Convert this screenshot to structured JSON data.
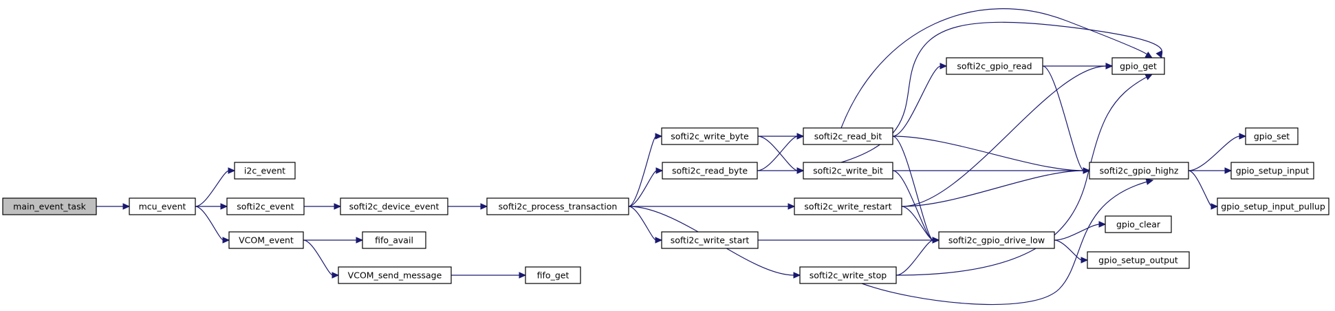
{
  "graph": {
    "nodes": [
      {
        "id": "main_event_task",
        "label": "main_event_task",
        "root": true
      },
      {
        "id": "mcu_event",
        "label": "mcu_event"
      },
      {
        "id": "i2c_event",
        "label": "i2c_event"
      },
      {
        "id": "softi2c_event",
        "label": "softi2c_event"
      },
      {
        "id": "VCOM_event",
        "label": "VCOM_event"
      },
      {
        "id": "softi2c_device_event",
        "label": "softi2c_device_event"
      },
      {
        "id": "fifo_avail",
        "label": "fifo_avail"
      },
      {
        "id": "VCOM_send_message",
        "label": "VCOM_send_message"
      },
      {
        "id": "fifo_get",
        "label": "fifo_get"
      },
      {
        "id": "softi2c_process_transaction",
        "label": "softi2c_process_transaction"
      },
      {
        "id": "softi2c_write_byte",
        "label": "softi2c_write_byte"
      },
      {
        "id": "softi2c_read_byte",
        "label": "softi2c_read_byte"
      },
      {
        "id": "softi2c_write_start",
        "label": "softi2c_write_start"
      },
      {
        "id": "softi2c_read_bit",
        "label": "softi2c_read_bit"
      },
      {
        "id": "softi2c_write_bit",
        "label": "softi2c_write_bit"
      },
      {
        "id": "softi2c_write_restart",
        "label": "softi2c_write_restart"
      },
      {
        "id": "softi2c_write_stop",
        "label": "softi2c_write_stop"
      },
      {
        "id": "softi2c_gpio_read",
        "label": "softi2c_gpio_read"
      },
      {
        "id": "softi2c_gpio_drive_low",
        "label": "softi2c_gpio_drive_low"
      },
      {
        "id": "gpio_get",
        "label": "gpio_get"
      },
      {
        "id": "softi2c_gpio_highz",
        "label": "softi2c_gpio_highz"
      },
      {
        "id": "gpio_clear",
        "label": "gpio_clear"
      },
      {
        "id": "gpio_setup_output",
        "label": "gpio_setup_output"
      },
      {
        "id": "gpio_set",
        "label": "gpio_set"
      },
      {
        "id": "gpio_setup_input",
        "label": "gpio_setup_input"
      },
      {
        "id": "gpio_setup_input_pullup",
        "label": "gpio_setup_input_pullup"
      }
    ],
    "edges": [
      [
        "main_event_task",
        "mcu_event"
      ],
      [
        "mcu_event",
        "i2c_event"
      ],
      [
        "mcu_event",
        "softi2c_event"
      ],
      [
        "mcu_event",
        "VCOM_event"
      ],
      [
        "softi2c_event",
        "softi2c_device_event"
      ],
      [
        "softi2c_device_event",
        "softi2c_process_transaction"
      ],
      [
        "VCOM_event",
        "fifo_avail"
      ],
      [
        "VCOM_event",
        "VCOM_send_message"
      ],
      [
        "VCOM_send_message",
        "fifo_get"
      ],
      [
        "softi2c_process_transaction",
        "softi2c_write_byte"
      ],
      [
        "softi2c_process_transaction",
        "softi2c_read_byte"
      ],
      [
        "softi2c_process_transaction",
        "softi2c_write_restart"
      ],
      [
        "softi2c_process_transaction",
        "softi2c_write_start"
      ],
      [
        "softi2c_process_transaction",
        "softi2c_write_stop"
      ],
      [
        "softi2c_write_byte",
        "softi2c_read_bit"
      ],
      [
        "softi2c_write_byte",
        "softi2c_write_bit"
      ],
      [
        "softi2c_read_byte",
        "softi2c_read_bit"
      ],
      [
        "softi2c_read_byte",
        "softi2c_write_bit"
      ],
      [
        "softi2c_read_bit",
        "gpio_get"
      ],
      [
        "softi2c_read_bit",
        "softi2c_gpio_read"
      ],
      [
        "softi2c_read_bit",
        "softi2c_gpio_highz"
      ],
      [
        "softi2c_read_bit",
        "softi2c_gpio_drive_low"
      ],
      [
        "softi2c_write_bit",
        "gpio_get"
      ],
      [
        "softi2c_write_bit",
        "softi2c_gpio_highz"
      ],
      [
        "softi2c_write_bit",
        "softi2c_gpio_drive_low"
      ],
      [
        "softi2c_write_restart",
        "gpio_get"
      ],
      [
        "softi2c_write_restart",
        "softi2c_gpio_highz"
      ],
      [
        "softi2c_write_restart",
        "softi2c_gpio_drive_low"
      ],
      [
        "softi2c_write_start",
        "softi2c_gpio_drive_low"
      ],
      [
        "softi2c_write_stop",
        "softi2c_gpio_drive_low"
      ],
      [
        "softi2c_write_stop",
        "gpio_get"
      ],
      [
        "softi2c_write_stop",
        "softi2c_gpio_highz"
      ],
      [
        "softi2c_gpio_read",
        "gpio_get"
      ],
      [
        "softi2c_gpio_read",
        "softi2c_gpio_highz"
      ],
      [
        "softi2c_gpio_drive_low",
        "gpio_clear"
      ],
      [
        "softi2c_gpio_drive_low",
        "gpio_setup_output"
      ],
      [
        "softi2c_gpio_highz",
        "gpio_set"
      ],
      [
        "softi2c_gpio_highz",
        "gpio_setup_input"
      ],
      [
        "softi2c_gpio_highz",
        "gpio_setup_input_pullup"
      ]
    ],
    "colors": {
      "edge": "#191970",
      "node_border": "#000000",
      "root_fill": "#bfbfbf",
      "node_fill": "#ffffff"
    }
  }
}
